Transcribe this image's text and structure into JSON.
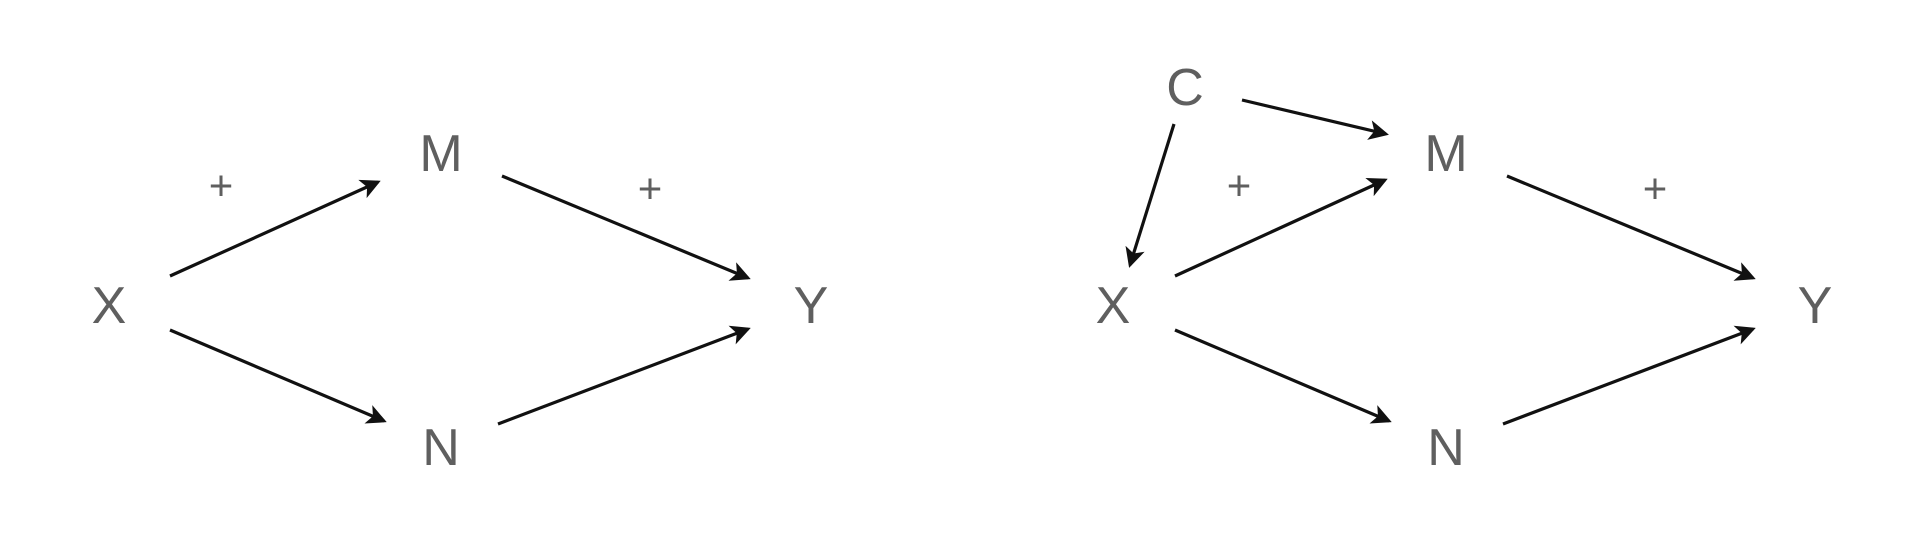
{
  "diagrams": [
    {
      "nodes": [
        {
          "id": "X",
          "label": "X"
        },
        {
          "id": "M",
          "label": "M"
        },
        {
          "id": "N",
          "label": "N"
        },
        {
          "id": "Y",
          "label": "Y"
        }
      ],
      "edges": [
        {
          "from": "X",
          "to": "M",
          "sign": "+"
        },
        {
          "from": "M",
          "to": "Y",
          "sign": "+"
        },
        {
          "from": "X",
          "to": "N",
          "sign": ""
        },
        {
          "from": "N",
          "to": "Y",
          "sign": ""
        }
      ]
    },
    {
      "nodes": [
        {
          "id": "C",
          "label": "C"
        },
        {
          "id": "X",
          "label": "X"
        },
        {
          "id": "M",
          "label": "M"
        },
        {
          "id": "N",
          "label": "N"
        },
        {
          "id": "Y",
          "label": "Y"
        }
      ],
      "edges": [
        {
          "from": "C",
          "to": "M",
          "sign": ""
        },
        {
          "from": "C",
          "to": "X",
          "sign": ""
        },
        {
          "from": "X",
          "to": "M",
          "sign": "+"
        },
        {
          "from": "M",
          "to": "Y",
          "sign": "+"
        },
        {
          "from": "X",
          "to": "N",
          "sign": ""
        },
        {
          "from": "N",
          "to": "Y",
          "sign": ""
        }
      ]
    }
  ]
}
